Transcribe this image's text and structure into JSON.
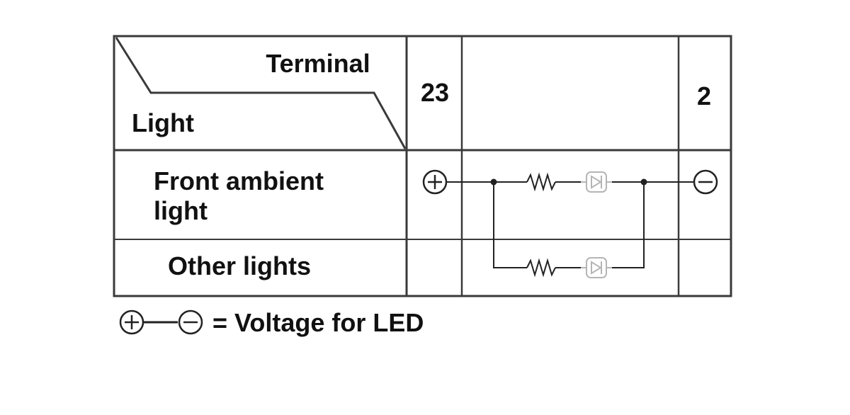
{
  "table": {
    "header_terminal": "Terminal",
    "header_light": "Light",
    "terminal_columns": [
      "23",
      "2"
    ],
    "rows": [
      {
        "line1": "Front ambient",
        "line2": "light"
      },
      {
        "line1": "Other lights"
      }
    ]
  },
  "legend": {
    "text": "= Voltage for LED"
  },
  "symbols": {
    "positive": "plus-terminal-icon",
    "negative": "minus-terminal-icon",
    "resistor": "resistor-icon",
    "led": "led-icon"
  },
  "colors": {
    "line": "#3a3a3a",
    "led": "#b5b5b5",
    "text": "#111111"
  }
}
